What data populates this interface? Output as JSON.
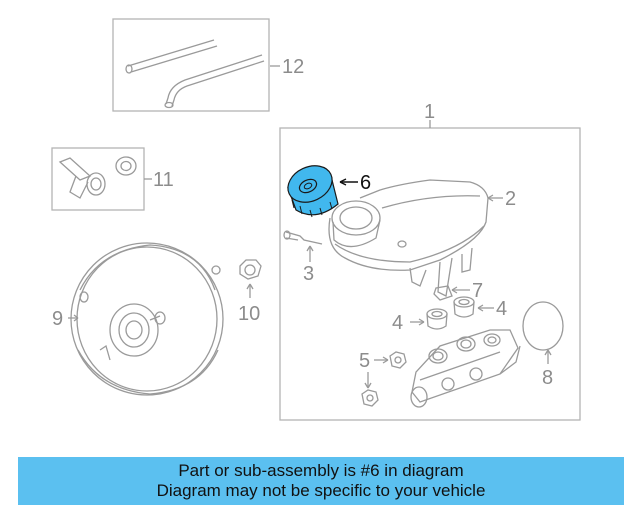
{
  "diagram": {
    "callouts": [
      "1",
      "2",
      "3",
      "4",
      "4",
      "5",
      "6",
      "7",
      "8",
      "9",
      "10",
      "11",
      "12"
    ],
    "highlight_part": "6",
    "highlight_color": "#41b8ee",
    "line_color": "#9a9a9a"
  },
  "banner": {
    "line1": "Part or sub-assembly is #6 in diagram",
    "line2": "Diagram may not be specific to your vehicle",
    "background": "#5bc0f0"
  }
}
